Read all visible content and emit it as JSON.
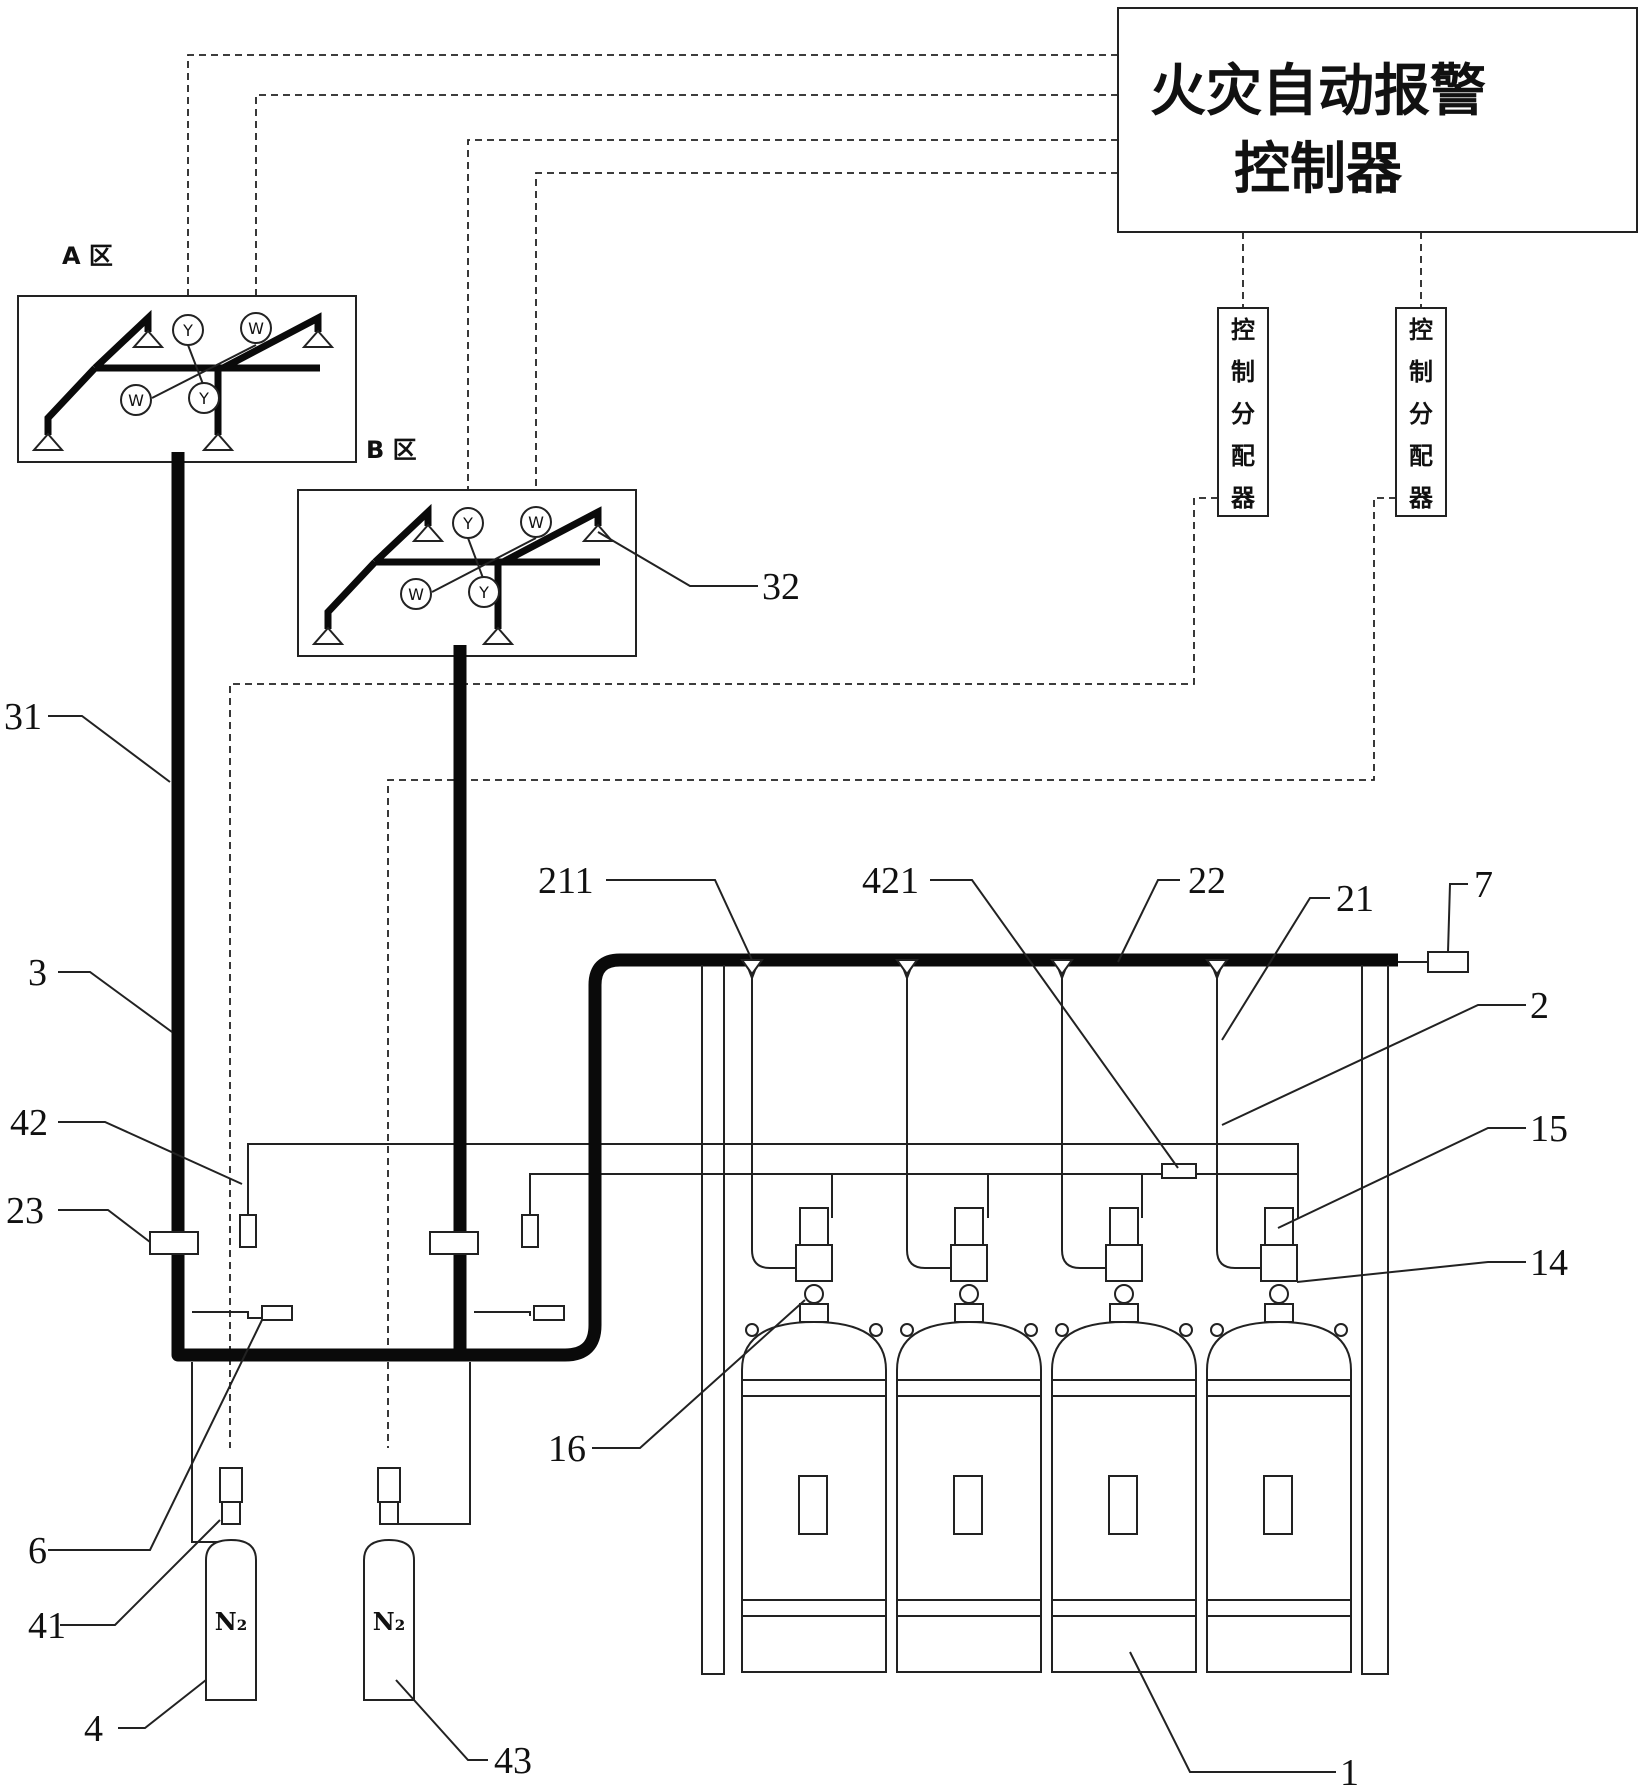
{
  "controller": {
    "line1": "火灾自动报警",
    "line2": "控制器"
  },
  "distributors": [
    {
      "chars": [
        "控",
        "制",
        "分",
        "配",
        "器"
      ]
    },
    {
      "chars": [
        "控",
        "制",
        "分",
        "配",
        "器"
      ]
    }
  ],
  "zones": {
    "a": "A 区",
    "b": "B 区"
  },
  "detectors": {
    "smoke": "Y",
    "temp": "W"
  },
  "cylinder_labels": {
    "n2_left": "N₂",
    "n2_right": "N₂"
  },
  "ref_numbers": {
    "n1": "1",
    "n2": "2",
    "n3": "3",
    "n4": "4",
    "n6": "6",
    "n7": "7",
    "n14": "14",
    "n15": "15",
    "n16": "16",
    "n21": "21",
    "n22": "22",
    "n23": "23",
    "n31": "31",
    "n32": "32",
    "n41": "41",
    "n42": "42",
    "n43": "43",
    "n211": "211",
    "n421": "421"
  }
}
